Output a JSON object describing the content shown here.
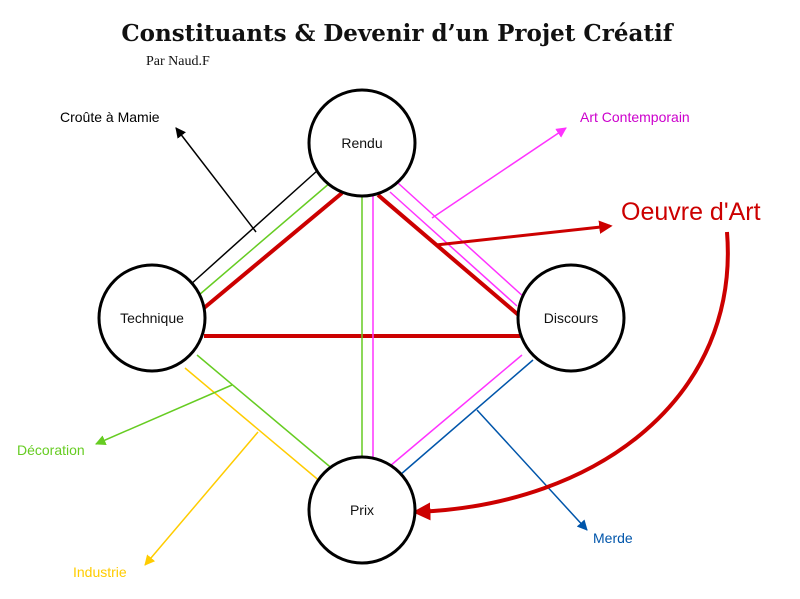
{
  "title": "Constituants & Devenir d’un Projet Créatif",
  "subtitle": "Par Naud.F",
  "nodes": {
    "rendu": "Rendu",
    "technique": "Technique",
    "discours": "Discours",
    "prix": "Prix"
  },
  "outcomes": {
    "croute": {
      "label": "Croûte à Mamie",
      "color": "#000000"
    },
    "art_contemporain": {
      "label": "Art Contemporain",
      "color": "#cc00cc"
    },
    "oeuvre": {
      "label": "Oeuvre d'Art",
      "color": "#cc0000"
    },
    "decoration": {
      "label": "Décoration",
      "color": "#66cc22"
    },
    "industrie": {
      "label": "Industrie",
      "color": "#ffcc00"
    },
    "merde": {
      "label": "Merde",
      "color": "#0055aa"
    }
  },
  "colors": {
    "black": "#000000",
    "green": "#66cc22",
    "magenta": "#ff33ff",
    "red": "#cc0000",
    "yellow": "#ffcc00",
    "blue": "#0055aa"
  }
}
